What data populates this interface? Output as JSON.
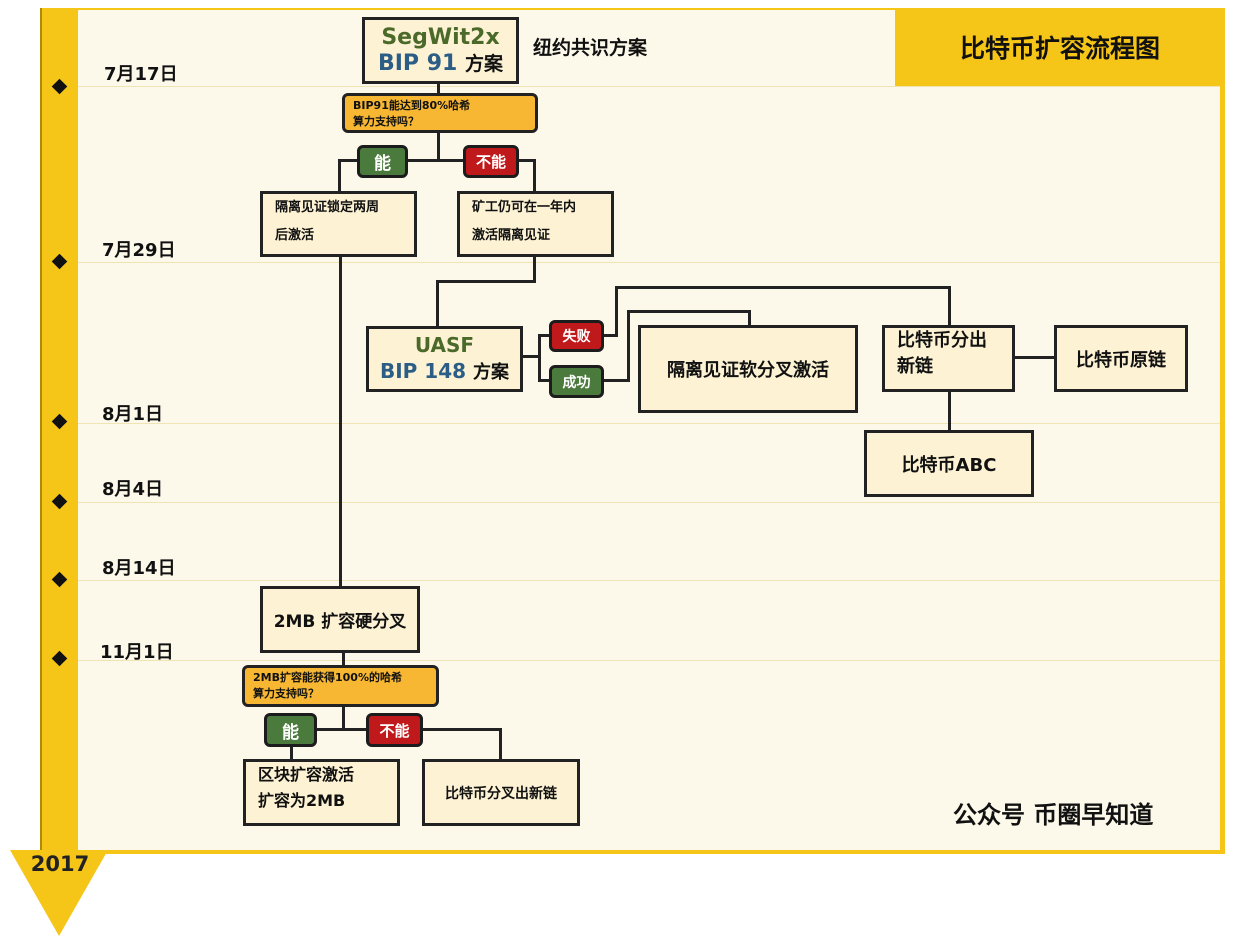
{
  "title": "比特币扩容流程图",
  "year": "2017",
  "watermark": "公众号 币圈早知道",
  "dates": [
    "7月17日",
    "7月29日",
    "8月1日",
    "8月4日",
    "8月14日",
    "11月1日"
  ],
  "segwit2x": {
    "line1": "SegWit2x",
    "line2_code": "BIP 91",
    "line2_suffix": "方案",
    "note": "纽约共识方案"
  },
  "q1": {
    "line1": "BIP91能达到80%哈希",
    "line2": "算力支持吗？"
  },
  "yes_label": "能",
  "no_label": "不能",
  "lock_two_weeks": {
    "line1": "隔离见证锁定两周",
    "line2": "后激活"
  },
  "miners_activate": {
    "line1": "矿工仍可在一年内",
    "line2": "激活隔离见证"
  },
  "uasf": {
    "line1": "UASF",
    "line2_code": "BIP 148",
    "line2_suffix": "方案"
  },
  "fail_label": "失败",
  "success_label": "成功",
  "soft_fork": "隔离见证软分叉激活",
  "split_chain": {
    "line1": "比特币分出",
    "line2": "新链"
  },
  "original_chain": "比特币原链",
  "abc": "比特币ABC",
  "hard_fork": "2MB 扩容硬分叉",
  "q2": {
    "line1": "2MB扩容能获得100%的哈希",
    "line2": "算力支持吗？"
  },
  "block_expand": {
    "line1": "区块扩容激活",
    "line2": "扩容为2MB"
  },
  "fork_new_chain": "比特币分叉出新链",
  "colors": {
    "frame": "#f5c518",
    "panel": "#fdf9ea",
    "box": "#fdf3d4",
    "question": "#f7b733",
    "yes": "#4b7a3d",
    "no": "#c0191b"
  }
}
